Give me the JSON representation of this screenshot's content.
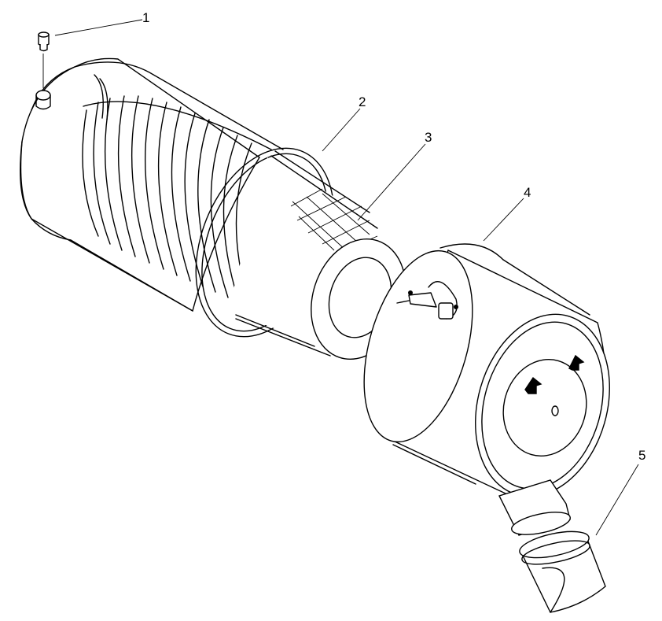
{
  "diagram": {
    "callouts": [
      {
        "label": "1",
        "part": "screw"
      },
      {
        "label": "2",
        "part": "clamp-ring"
      },
      {
        "label": "3",
        "part": "filter-element"
      },
      {
        "label": "4",
        "part": "cover"
      },
      {
        "label": "5",
        "part": "dust-valve"
      }
    ]
  }
}
